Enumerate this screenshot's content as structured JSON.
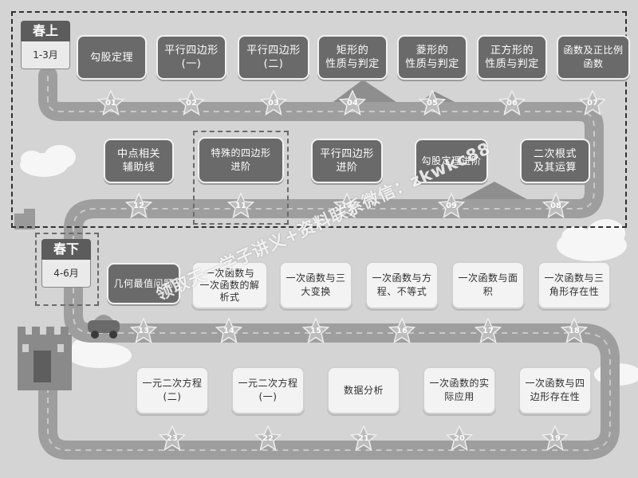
{
  "sections": {
    "spring_upper": {
      "title": "春上",
      "months": "1-3月"
    },
    "spring_lower": {
      "title": "春下",
      "months": "4-6月"
    }
  },
  "lessons": [
    {
      "num": "01",
      "title": "勾股定理"
    },
    {
      "num": "02",
      "title": "平行四边形\n(一)"
    },
    {
      "num": "03",
      "title": "平行四边形\n(二)"
    },
    {
      "num": "04",
      "title": "矩形的\n性质与判定"
    },
    {
      "num": "05",
      "title": "菱形的\n性质与判定"
    },
    {
      "num": "06",
      "title": "正方形的\n性质与判定"
    },
    {
      "num": "07",
      "title": "函数及正比例\n函数"
    },
    {
      "num": "08",
      "title": "二次根式\n及其运算"
    },
    {
      "num": "09",
      "title": "勾股定理进阶"
    },
    {
      "num": "10",
      "title": "平行四边形\n进阶"
    },
    {
      "num": "11",
      "title": "特殊的四边形\n进阶"
    },
    {
      "num": "12",
      "title": "中点相关\n辅助线"
    },
    {
      "num": "13",
      "title": "几何最值问题"
    },
    {
      "num": "14",
      "title": "一次函数与\n一次函数的解\n析式"
    },
    {
      "num": "15",
      "title": "一次函数与三\n大变换"
    },
    {
      "num": "16",
      "title": "一次函数与方\n程、不等式"
    },
    {
      "num": "17",
      "title": "一次函数与面\n积"
    },
    {
      "num": "18",
      "title": "一次函数与三\n角形存在性"
    },
    {
      "num": "19",
      "title": "一次函数与四\n边形存在性"
    },
    {
      "num": "20",
      "title": "一次函数的实\n际应用"
    },
    {
      "num": "21",
      "title": "数据分析"
    },
    {
      "num": "22",
      "title": "一元二次方程\n(一)"
    },
    {
      "num": "23",
      "title": "一元二次方程\n(二)"
    }
  ],
  "watermark": "领取天一学子讲义+资料联系微信：zkwkc88",
  "colors": {
    "dark_card": "#6a6a6a",
    "light_card": "#f3f3f3",
    "road": "#a3a3a3",
    "star": "#bcbcbc"
  }
}
